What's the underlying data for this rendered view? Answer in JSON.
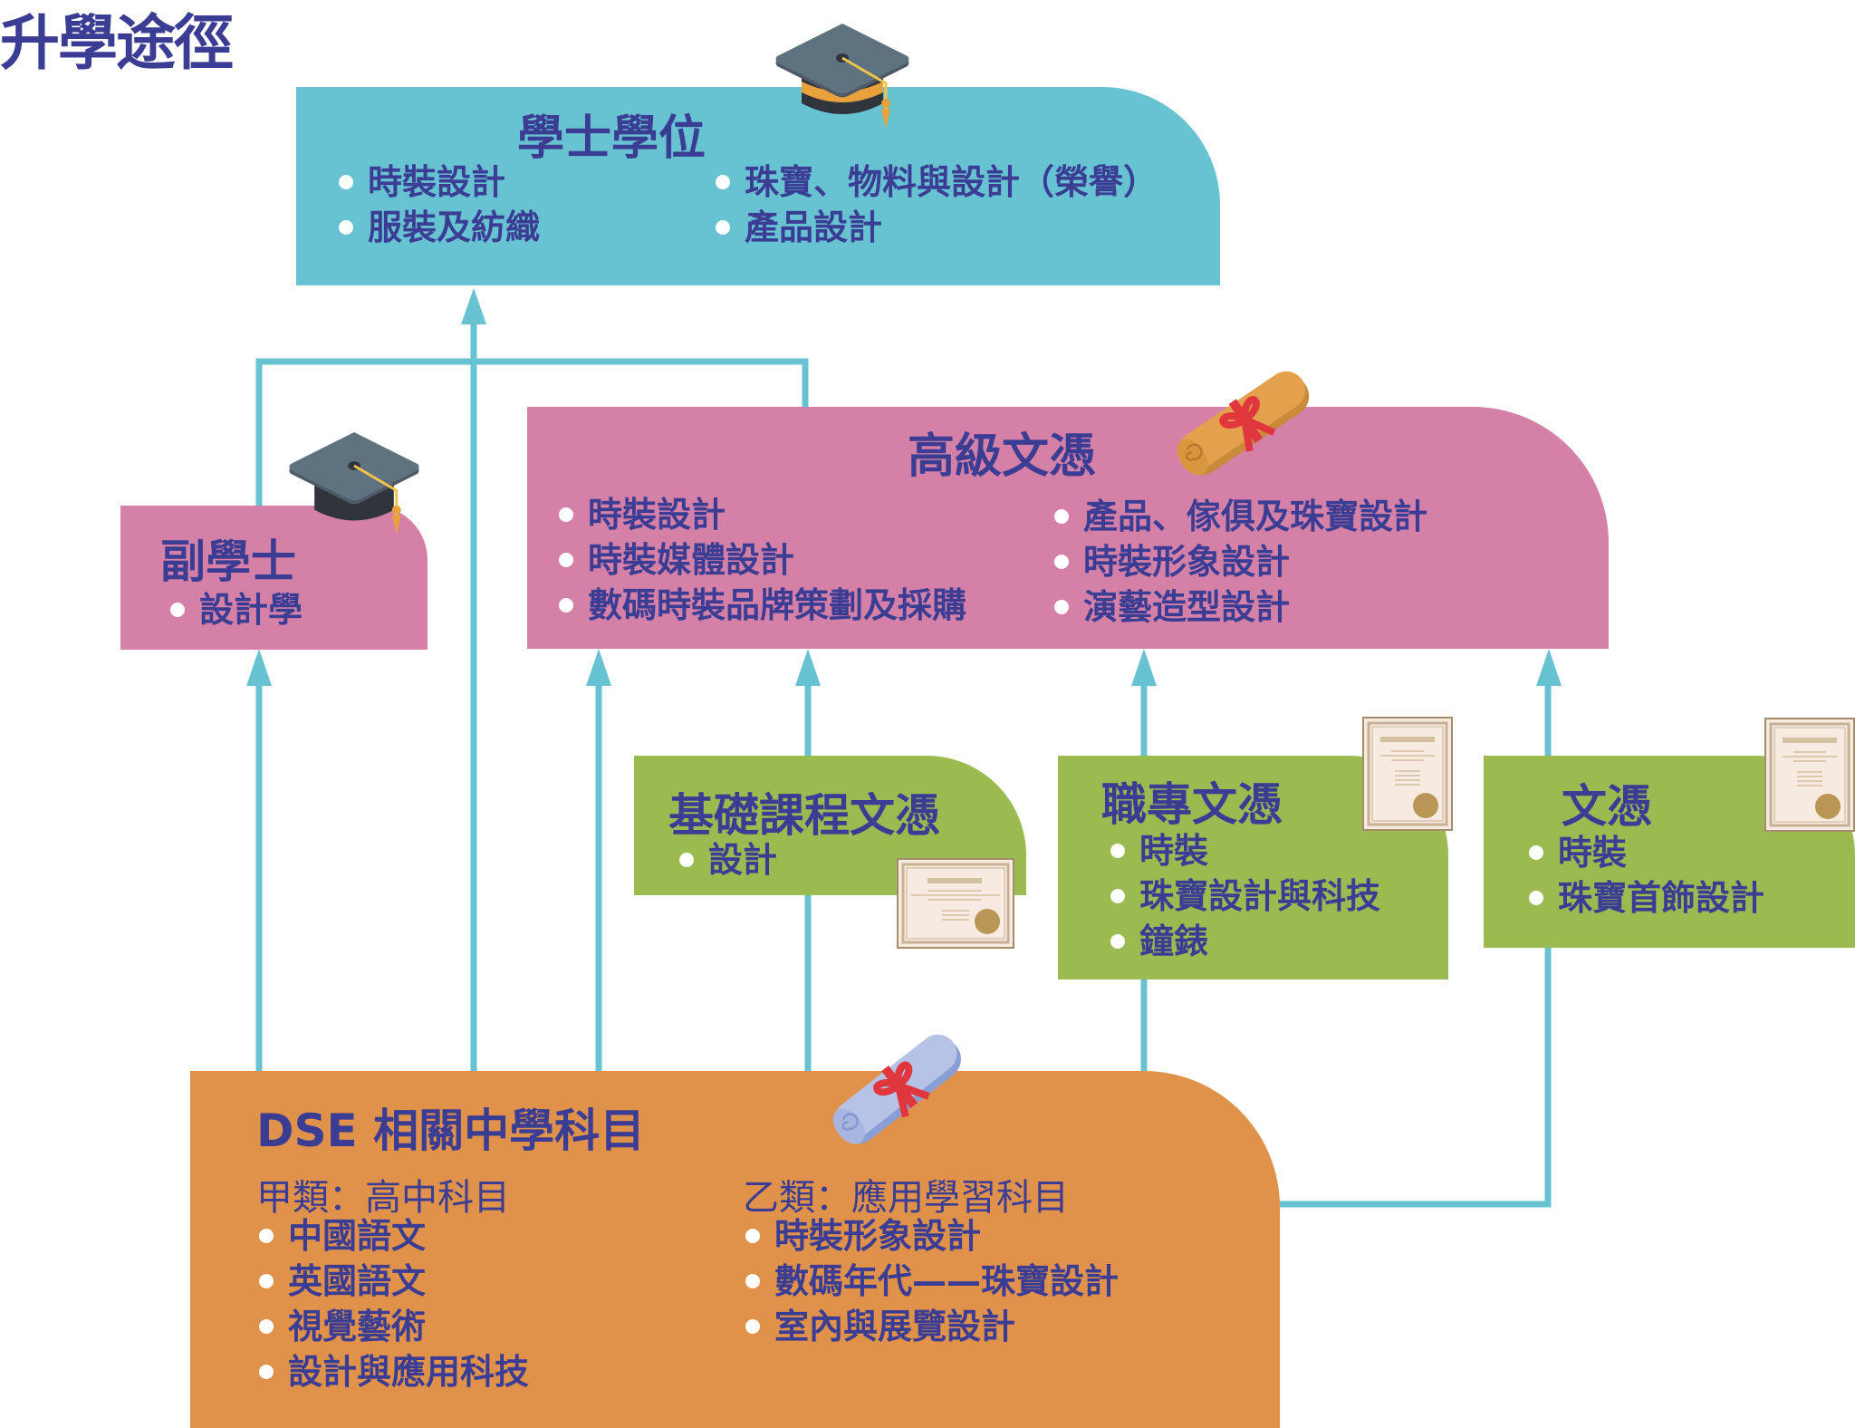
{
  "page": {
    "title": "升學途徑"
  },
  "colors": {
    "text": "#3B3D94",
    "connector": "#67C3D2",
    "degree": "#67C3D2",
    "higher_diploma": "#D580A6",
    "associate": "#D580A6",
    "diploma": "#9BBB50",
    "dse": "#E0924A"
  },
  "degree": {
    "title": "學士學位",
    "icon": "graduation-cap-icon",
    "items_left": [
      "時裝設計",
      "服裝及紡織"
    ],
    "items_right": [
      "珠寶、物料與設計（榮譽）",
      "產品設計"
    ]
  },
  "associate": {
    "title": "副學士",
    "icon": "graduation-cap-icon",
    "items": [
      "設計學"
    ]
  },
  "higher_diploma": {
    "title": "高級文憑",
    "icon": "scroll-icon",
    "items_left": [
      "時裝設計",
      "時裝媒體設計",
      "數碼時裝品牌策劃及採購"
    ],
    "items_right": [
      "產品、傢俱及珠寶設計",
      "時裝形象設計",
      "演藝造型設計"
    ]
  },
  "foundation_diploma": {
    "title": "基礎課程文憑",
    "icon": "certificate-icon",
    "items": [
      "設計"
    ]
  },
  "vocational_diploma": {
    "title": "職專文憑",
    "icon": "certificate-icon",
    "items": [
      "時裝",
      "珠寶設計與科技",
      "鐘錶"
    ]
  },
  "diploma": {
    "title": "文憑",
    "icon": "certificate-icon",
    "items": [
      "時裝",
      "珠寶首飾設計"
    ]
  },
  "dse": {
    "title": "DSE 相關中學科目",
    "icon": "scroll-icon",
    "category_a": {
      "heading": "甲類：高中科目",
      "items": [
        "中國語文",
        "英國語文",
        "視覺藝術",
        "設計與應用科技"
      ]
    },
    "category_b": {
      "heading": "乙類：應用學習科目",
      "items": [
        "時裝形象設計",
        "數碼年代——珠寶設計",
        "室內與展覽設計"
      ]
    }
  }
}
